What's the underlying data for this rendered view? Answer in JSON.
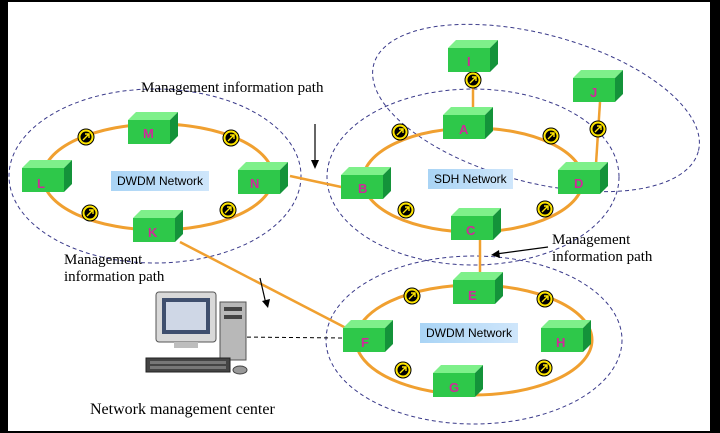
{
  "labels": {
    "mgmt_path_top": "Management information path",
    "mgmt_path_left_l1": "Management",
    "mgmt_path_left_l2": "information path",
    "mgmt_path_right_l1": "Management",
    "mgmt_path_right_l2": "information path",
    "nmc": "Network management center"
  },
  "networks": {
    "dwdm_left": "DWDM Network",
    "sdh": "SDH Network",
    "dwdm_bottom": "DWDM Network"
  },
  "nodes": [
    "M",
    "L",
    "N",
    "K",
    "A",
    "B",
    "C",
    "D",
    "I",
    "J",
    "E",
    "F",
    "G",
    "H"
  ],
  "colors": {
    "ring": "#f0a030",
    "node_face": "#2ec84a",
    "node_top": "#7ef08a",
    "node_side": "#14933a",
    "letter": "#d0289a",
    "dashed": "#3a3a8a"
  }
}
